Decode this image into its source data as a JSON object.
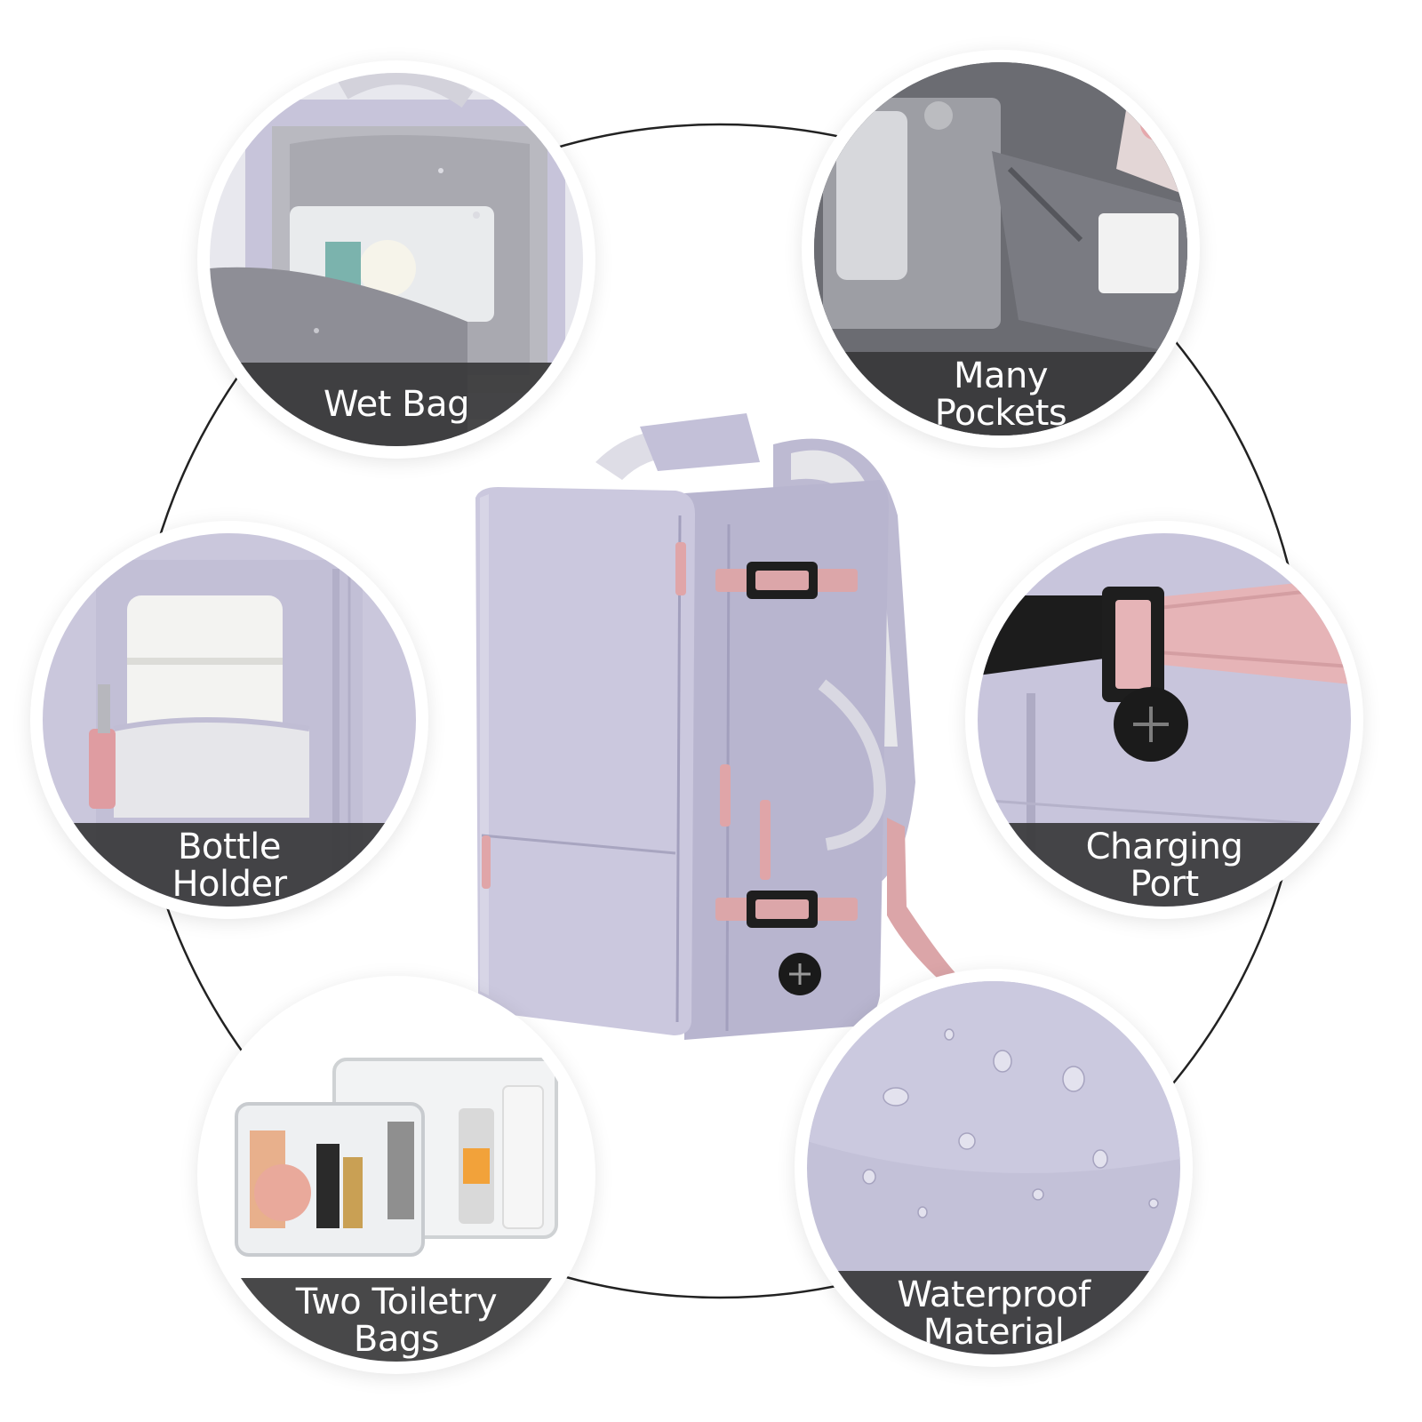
{
  "features": [
    {
      "id": "wet-bag",
      "label": "Wet Bag"
    },
    {
      "id": "many-pockets",
      "label": "Many\nPockets"
    },
    {
      "id": "bottle-holder",
      "label": "Bottle\nHolder"
    },
    {
      "id": "charging-port",
      "label": "Charging\nPort"
    },
    {
      "id": "two-toiletry-bags",
      "label": "Two Toiletry\nBags"
    },
    {
      "id": "waterproof-material",
      "label": "Waterproof\nMaterial"
    }
  ],
  "colors": {
    "backpack_lavender": "#c9c6dc",
    "accent_pink": "#e2a8aa",
    "buckle_black": "#1e1e1e",
    "label_band": "#38383a"
  }
}
